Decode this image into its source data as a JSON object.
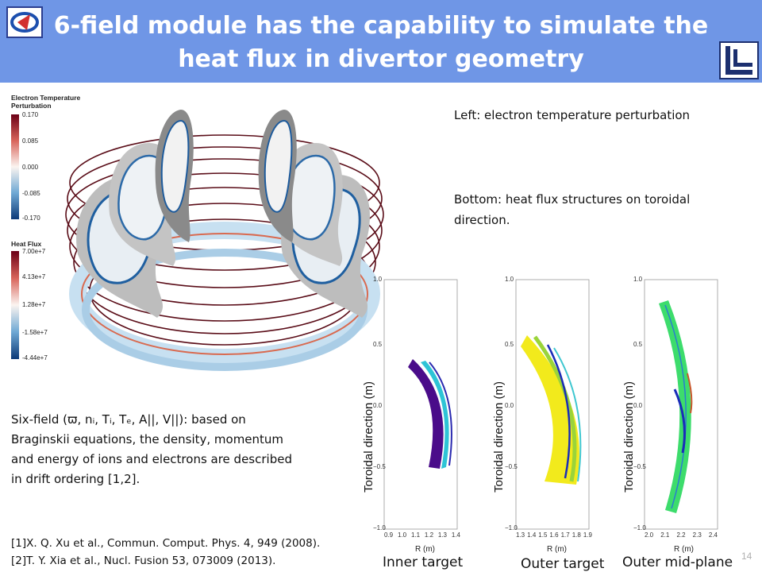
{
  "slide": {
    "title_line1": "6-field module has the capability to simulate the",
    "title_line2": "heat flux in divertor geometry",
    "page_number": "14"
  },
  "colorbars": {
    "temperature": {
      "label_line1": "Electron Temperature",
      "label_line2": "Perturbation",
      "ticks": [
        "0.170",
        "0.085",
        "0.000",
        "-0.085",
        "-0.170"
      ]
    },
    "heatflux": {
      "label": "Heat Flux",
      "ticks": [
        "7.00e+7",
        "4.13e+7",
        "1.28e+7",
        "-1.58e+7",
        "-4.44e+7"
      ]
    }
  },
  "text": {
    "left_caption": "Left: electron temperature perturbation",
    "bottom_caption_line1": "Bottom: heat flux structures on toroidal",
    "bottom_caption_line2": "direction.",
    "sixfield_line1": "Six-field (ϖ, nᵢ, Tᵢ, Tₑ, A||, V||): based on",
    "sixfield_line2": "Braginskii equations, the density, momentum",
    "sixfield_line3": "and energy of ions and electrons are described",
    "sixfield_line4": "in drift ordering [1,2]."
  },
  "references": {
    "ref1": "[1]X. Q. Xu et al., Commun. Comput. Phys. 4, 949 (2008).",
    "ref2": "[2]T. Y. Xia et al., Nucl. Fusion 53, 073009 (2013)."
  },
  "panels": [
    {
      "ylabel": "Toroidal direction (m)",
      "xlabel": "R (m)",
      "caption": "Inner target",
      "xticks": [
        "0.9",
        "1.0",
        "1.1",
        "1.2",
        "1.3",
        "1.4"
      ],
      "yticks": [
        "1.0",
        "0.5",
        "0.0",
        "−0.5",
        "−1.0"
      ]
    },
    {
      "ylabel": "Toroidal direction (m)",
      "xlabel": "R (m)",
      "caption": "Outer target",
      "xticks": [
        "1.3",
        "1.4",
        "1.5",
        "1.6",
        "1.7",
        "1.8",
        "1.9"
      ],
      "yticks": [
        "1.0",
        "0.5",
        "0.0",
        "−0.5",
        "−1.0"
      ]
    },
    {
      "ylabel": "Toroidal direction (m)",
      "xlabel": "R (m)",
      "caption": "Outer mid-plane",
      "xticks": [
        "2.0",
        "2.1",
        "2.2",
        "2.3",
        "2.4"
      ],
      "yticks": [
        "1.0",
        "0.5",
        "0.0",
        "−0.5",
        "−1.0"
      ]
    }
  ],
  "colors": {
    "title_bar": "#6f96e6",
    "title_text": "#ffffff"
  }
}
